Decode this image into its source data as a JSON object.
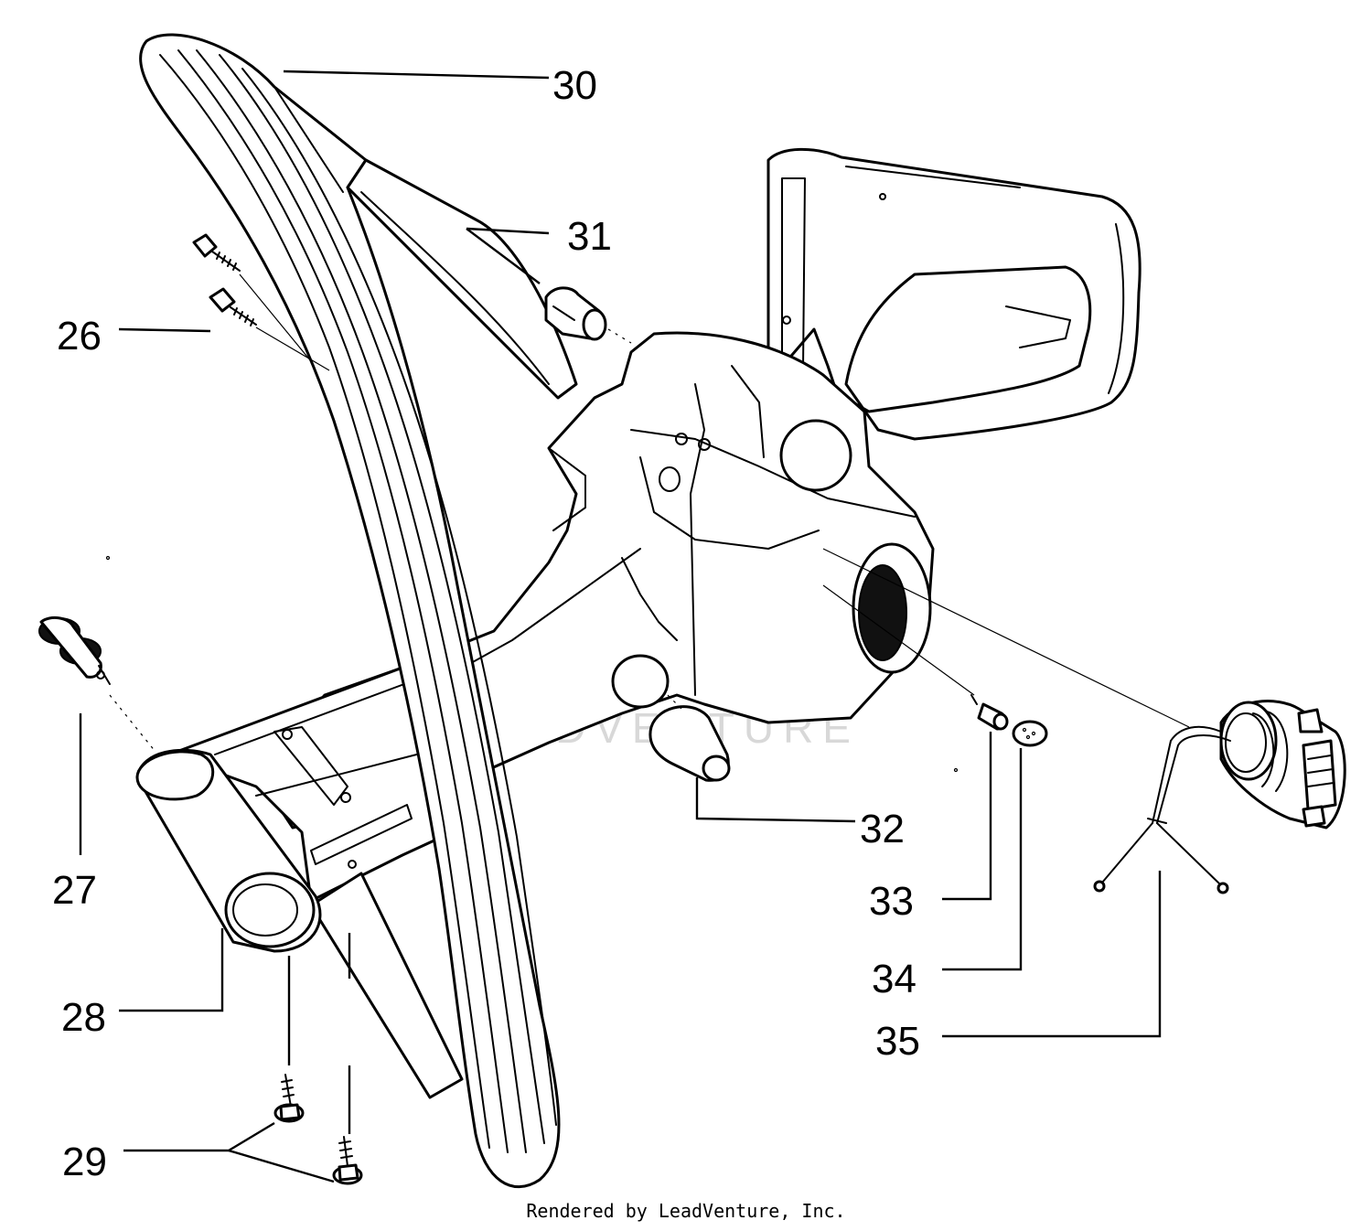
{
  "diagram": {
    "callouts": {
      "p26": "26",
      "p27": "27",
      "p28": "28",
      "p29": "29",
      "p30": "30",
      "p31": "31",
      "p32": "32",
      "p33": "33",
      "p34": "34",
      "p35": "35"
    },
    "watermark": "LEADVENTURE",
    "credit": "Rendered by LeadVenture, Inc."
  }
}
